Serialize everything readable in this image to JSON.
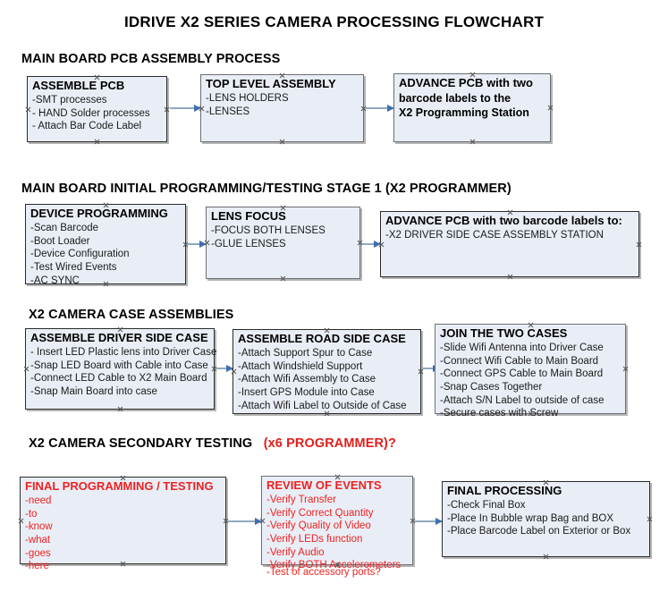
{
  "document": {
    "title": "IDRIVE X2  SERIES CAMERA PROCESSING FLOWCHART"
  },
  "sections": [
    {
      "id": "main-board-pcb-assembly",
      "heading": "MAIN BOARD PCB ASSEMBLY PROCESS",
      "heading_accent": "",
      "boxes": [
        {
          "id": "assemble-pcb",
          "title": "ASSEMBLE PCB",
          "lines": [
            "-SMT processes",
            "- HAND Solder processes",
            "- Attach Bar Code Label"
          ]
        },
        {
          "id": "top-level-assembly",
          "title": "TOP LEVEL ASSEMBLY",
          "lines": [
            "-LENS HOLDERS",
            "-LENSES"
          ]
        },
        {
          "id": "advance-pcb-programming-station",
          "title": "ADVANCE PCB with two",
          "lines": [
            "barcode labels to the",
            " X2 Programming Station"
          ]
        }
      ]
    },
    {
      "id": "main-board-initial-programming",
      "heading": "MAIN BOARD INITIAL PROGRAMMING/TESTING STAGE 1 (X2 PROGRAMMER)",
      "heading_accent": "",
      "boxes": [
        {
          "id": "device-programming",
          "title": "DEVICE PROGRAMMING",
          "lines": [
            "-Scan Barcode",
            "-Boot Loader",
            "-Device Configuration",
            "-Test Wired Events",
            "-AC SYNC"
          ]
        },
        {
          "id": "lens-focus",
          "title": "LENS FOCUS",
          "lines": [
            "-FOCUS BOTH LENSES",
            "-GLUE LENSES"
          ]
        },
        {
          "id": "advance-pcb-driver-side-case",
          "title": "ADVANCE PCB with two barcode labels to:",
          "lines": [
            "-X2 DRIVER  SIDE  CASE  ASSEMBLY STATION"
          ]
        }
      ]
    },
    {
      "id": "x2-camera-case-assemblies",
      "heading": "X2 CAMERA CASE ASSEMBLIES",
      "heading_accent": "",
      "boxes": [
        {
          "id": "assemble-driver-side-case",
          "title": "ASSEMBLE DRIVER SIDE CASE",
          "lines": [
            "- Insert LED Plastic lens into Driver Case",
            "-Snap LED Board with Cable into Case",
            "-Connect LED Cable to X2 Main Board",
            "-Snap Main Board into case"
          ]
        },
        {
          "id": "assemble-road-side-case",
          "title": "ASSEMBLE ROAD SIDE CASE",
          "lines": [
            "-Attach Support Spur to Case",
            "-Attach Windshield Support",
            "-Attach Wifi Assembly to Case",
            "-Insert GPS Module into Case",
            "-Attach Wifi Label to Outside of Case"
          ]
        },
        {
          "id": "join-the-two-cases",
          "title": "JOIN THE TWO CASES",
          "lines": [
            "-Slide Wifi Antenna into Driver Case",
            "-Connect Wifi Cable to Main Board",
            "-Connect GPS Cable to Main Board",
            "-Snap Cases Together",
            "-Attach S/N Label to outside of case",
            "-Secure cases with Screw"
          ]
        }
      ]
    },
    {
      "id": "x2-camera-secondary-testing",
      "heading": "X2 CAMERA SECONDARY TESTING",
      "heading_accent": "(x6 PROGRAMMER)?",
      "boxes": [
        {
          "id": "final-programming-testing",
          "title": "FINAL PROGRAMMING / TESTING",
          "lines": [
            "-need",
            "-to",
            "-know",
            "-what",
            "-goes",
            "-here"
          ]
        },
        {
          "id": "review-of-events",
          "title": "REVIEW OF EVENTS",
          "lines": [
            "-Verify Transfer",
            "-Verify Correct Quantity",
            "-Verify Quality of Video",
            "-Verify LEDs function",
            "-Verify Audio",
            "-Verify BOTH Accelerometers"
          ],
          "overflow_line": "-Test of accessory ports?"
        },
        {
          "id": "final-processing",
          "title": "FINAL PROCESSING",
          "lines": [
            " -Check Final Box",
            "-Place In Bubble wrap Bag and BOX",
            "-Place Barcode Label on Exterior or Box"
          ]
        }
      ]
    }
  ],
  "colors": {
    "box_fill": "#e9eef6",
    "box_border": "#2b2b2b",
    "connector_line": "#8fa8c0",
    "connector_head": "#3f6fae",
    "accent_red": "#ee2222",
    "text": "#000000"
  }
}
